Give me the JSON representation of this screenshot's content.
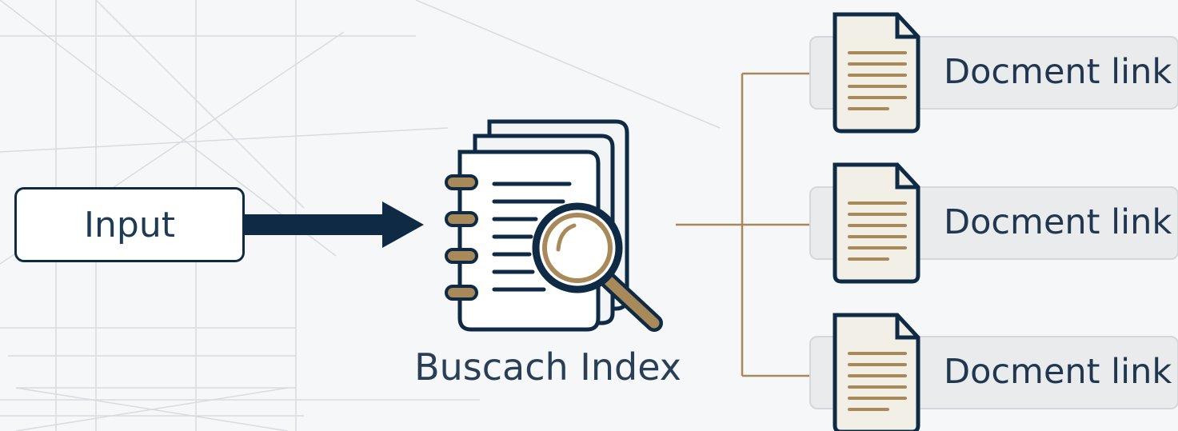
{
  "input": {
    "label": "Input"
  },
  "index": {
    "label": "Buscach Index",
    "icon": "search-index-icon"
  },
  "results": [
    {
      "label": "Docment link",
      "icon": "document-icon"
    },
    {
      "label": "Docment link",
      "icon": "document-icon"
    },
    {
      "label": "Docment link",
      "icon": "document-icon"
    }
  ],
  "colors": {
    "navy": "#0f2a44",
    "gold": "#a8895a",
    "card": "#e9ebed",
    "paper": "#f1efe6"
  }
}
